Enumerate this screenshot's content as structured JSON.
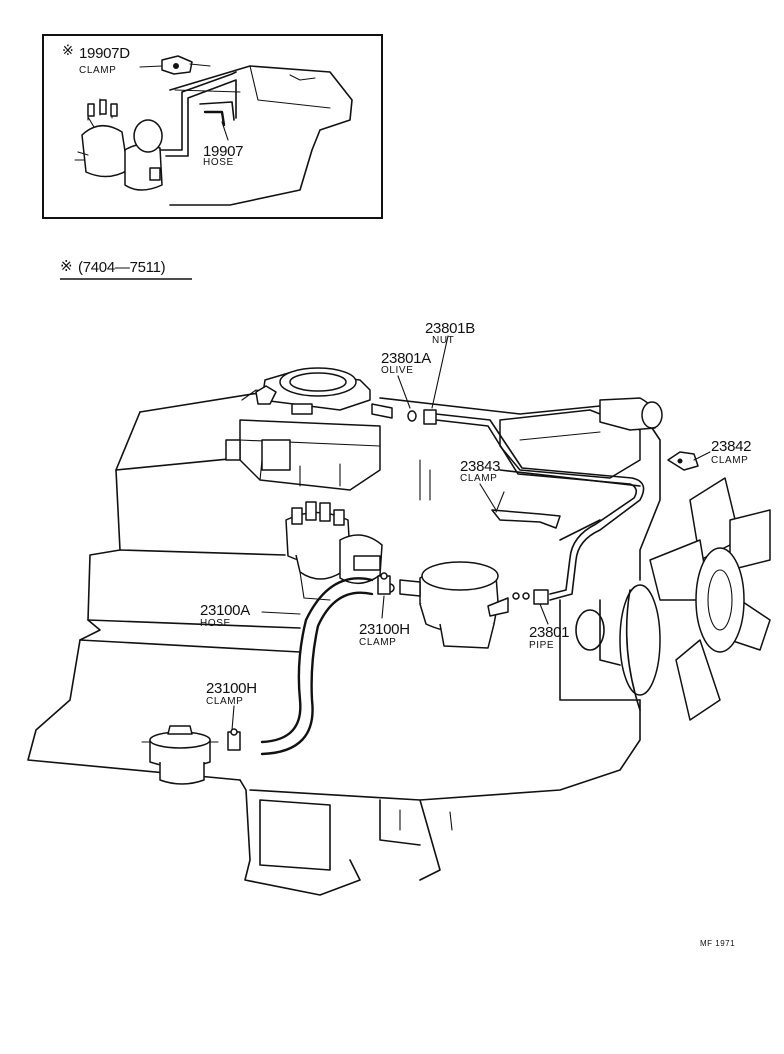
{
  "inset": {
    "asterisk": "※",
    "clamp_number": "19907D",
    "clamp_text": "CLAMP",
    "hose_number": "19907",
    "hose_text": "HOSE"
  },
  "variant_note": {
    "asterisk": "※",
    "text": "(7404—7511)"
  },
  "parts": {
    "nut_number": "23801B",
    "nut_text": "NUT",
    "olive_number": "23801A",
    "olive_text": "OLIVE",
    "clamp_23842_number": "23842",
    "clamp_23842_text": "CLAMP",
    "clamp_23843_number": "23843",
    "clamp_23843_text": "CLAMP",
    "hose_23100a_number": "23100A",
    "hose_23100a_text": "HOSE",
    "clamp_23100h_upper_number": "23100H",
    "clamp_23100h_upper_text": "CLAMP",
    "pipe_23801_number": "23801",
    "pipe_23801_text": "PIPE",
    "clamp_23100h_lower_number": "23100H",
    "clamp_23100h_lower_text": "CLAMP"
  },
  "footer": {
    "code": "MF 1971"
  }
}
